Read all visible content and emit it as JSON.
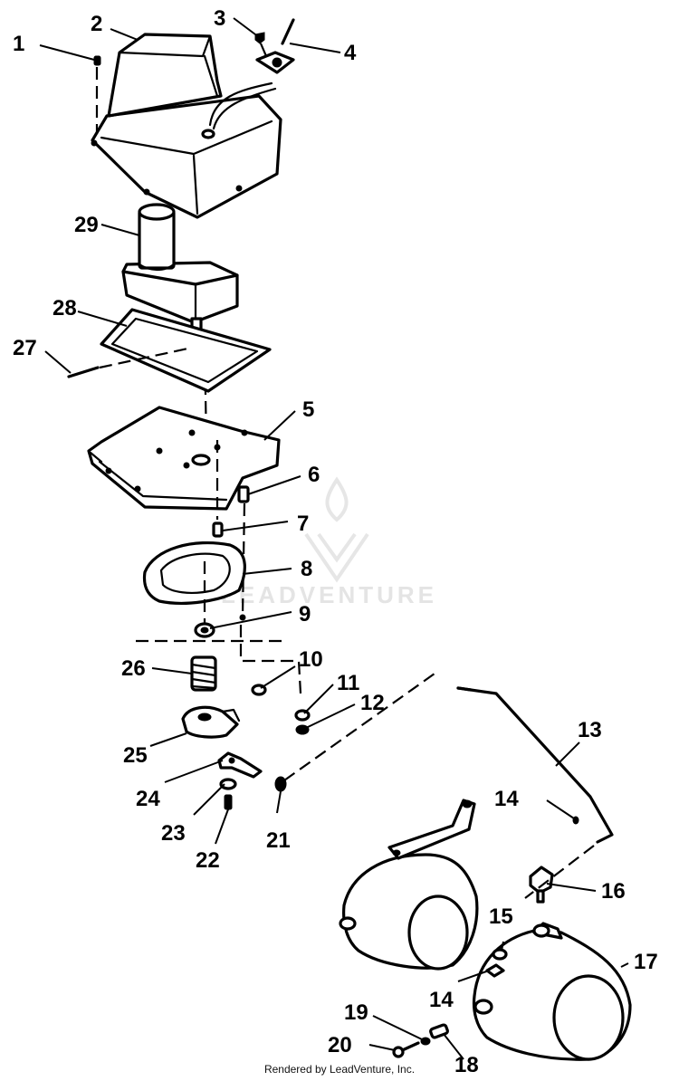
{
  "watermark": {
    "brand": "LEADVENTURE"
  },
  "footer": {
    "text": "Rendered by LeadVenture, Inc."
  },
  "callouts": {
    "c1": "1",
    "c2": "2",
    "c3": "3",
    "c4": "4",
    "c5": "5",
    "c6": "6",
    "c7": "7",
    "c8": "8",
    "c9": "9",
    "c10": "10",
    "c11": "11",
    "c12": "12",
    "c13": "13",
    "c14a": "14",
    "c14b": "14",
    "c15": "15",
    "c16": "16",
    "c17": "17",
    "c18": "18",
    "c19": "19",
    "c20": "20",
    "c21": "21",
    "c22": "22",
    "c23": "23",
    "c24": "24",
    "c25": "25",
    "c26": "26",
    "c27": "27",
    "c28": "28",
    "c29": "29"
  }
}
